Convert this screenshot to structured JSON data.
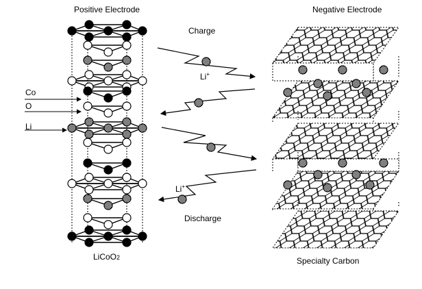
{
  "labels": {
    "positive_electrode": "Positive Electrode",
    "negative_electrode": "Negative Electrode",
    "charge": "Charge",
    "discharge": "Discharge",
    "li_ion_top": "Li",
    "li_ion_bottom": "Li",
    "plus": "+",
    "co": "Co",
    "o": "O",
    "li": "Li",
    "licoo2": "LiCoO",
    "licoo2_sub": "2",
    "specialty_carbon": "Specialty Carbon"
  },
  "colors": {
    "cobalt": "#000000",
    "oxygen": "#ffffff",
    "lithium": "#999999"
  }
}
